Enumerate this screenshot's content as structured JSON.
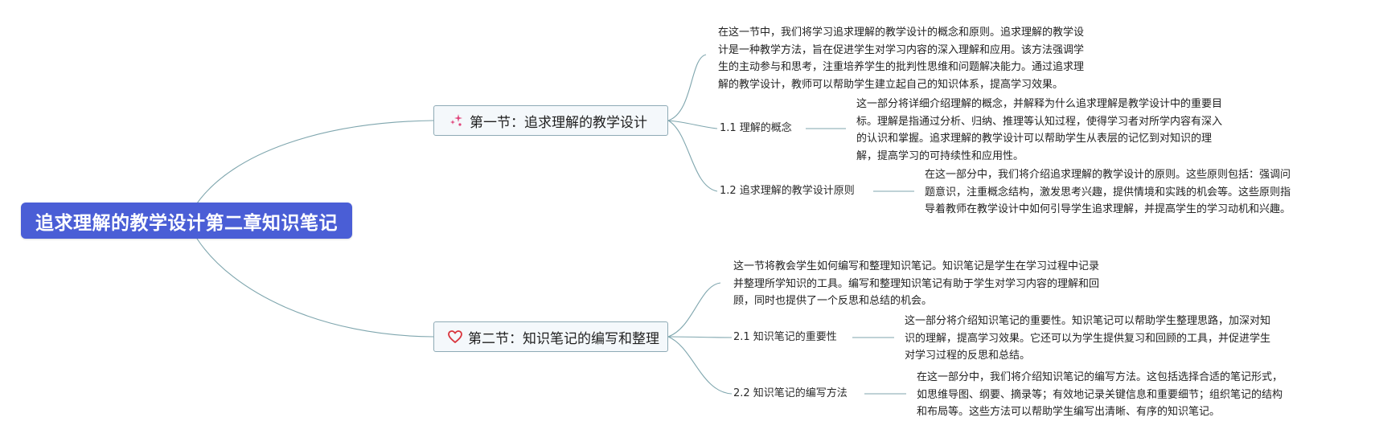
{
  "root": {
    "title": "追求理解的教学设计第二章知识笔记"
  },
  "sections": [
    {
      "title": "第一节：追求理解的教学设计",
      "icon": "sparkle-icon",
      "intro": "在这一节中，我们将学习追求理解的教学设计的概念和原则。追求理解的教学设\n计是一种教学方法，旨在促进学生对学习内容的深入理解和应用。该方法强调学\n生的主动参与和思考，注重培养学生的批判性思维和问题解决能力。通过追求理\n解的教学设计，教师可以帮助学生建立起自己的知识体系，提高学习效果。",
      "subsections": [
        {
          "label": "1.1 理解的概念",
          "text": "这一部分将详细介绍理解的概念，并解释为什么追求理解是教学设计中的重要目\n标。理解是指通过分析、归纳、推理等认知过程，使得学习者对所学内容有深入\n的认识和掌握。追求理解的教学设计可以帮助学生从表层的记忆到对知识的理\n解，提高学习的可持续性和应用性。"
        },
        {
          "label": "1.2 追求理解的教学设计原则",
          "text": "在这一部分中，我们将介绍追求理解的教学设计的原则。这些原则包括：强调问\n题意识，注重概念结构，激发思考兴趣，提供情境和实践的机会等。这些原则指\n导着教师在教学设计中如何引导学生追求理解，并提高学生的学习动机和兴趣。"
        }
      ]
    },
    {
      "title": "第二节：知识笔记的编写和整理",
      "icon": "heart-icon",
      "intro": "这一节将教会学生如何编写和整理知识笔记。知识笔记是学生在学习过程中记录\n并整理所学知识的工具。编写和整理知识笔记有助于学生对学习内容的理解和回\n顾，同时也提供了一个反思和总结的机会。",
      "subsections": [
        {
          "label": "2.1 知识笔记的重要性",
          "text": "这一部分将介绍知识笔记的重要性。知识笔记可以帮助学生整理思路，加深对知\n识的理解，提高学习效果。它还可以为学生提供复习和回顾的工具，并促进学生\n对学习过程的反思和总结。"
        },
        {
          "label": "2.2 知识笔记的编写方法",
          "text": "在这一部分中，我们将介绍知识笔记的编写方法。这包括选择合适的笔记形式，\n如思维导图、纲要、摘录等；有效地记录关键信息和重要细节；组织笔记的结构\n和布局等。这些方法可以帮助学生编写出清晰、有序的知识笔记。"
        }
      ]
    }
  ],
  "colors": {
    "root_fill": "#4a5ed6",
    "connector": "#7fa6ae",
    "section_border": "#8eaab5",
    "sparkle": "#e0457b",
    "heart": "#d9363e"
  }
}
